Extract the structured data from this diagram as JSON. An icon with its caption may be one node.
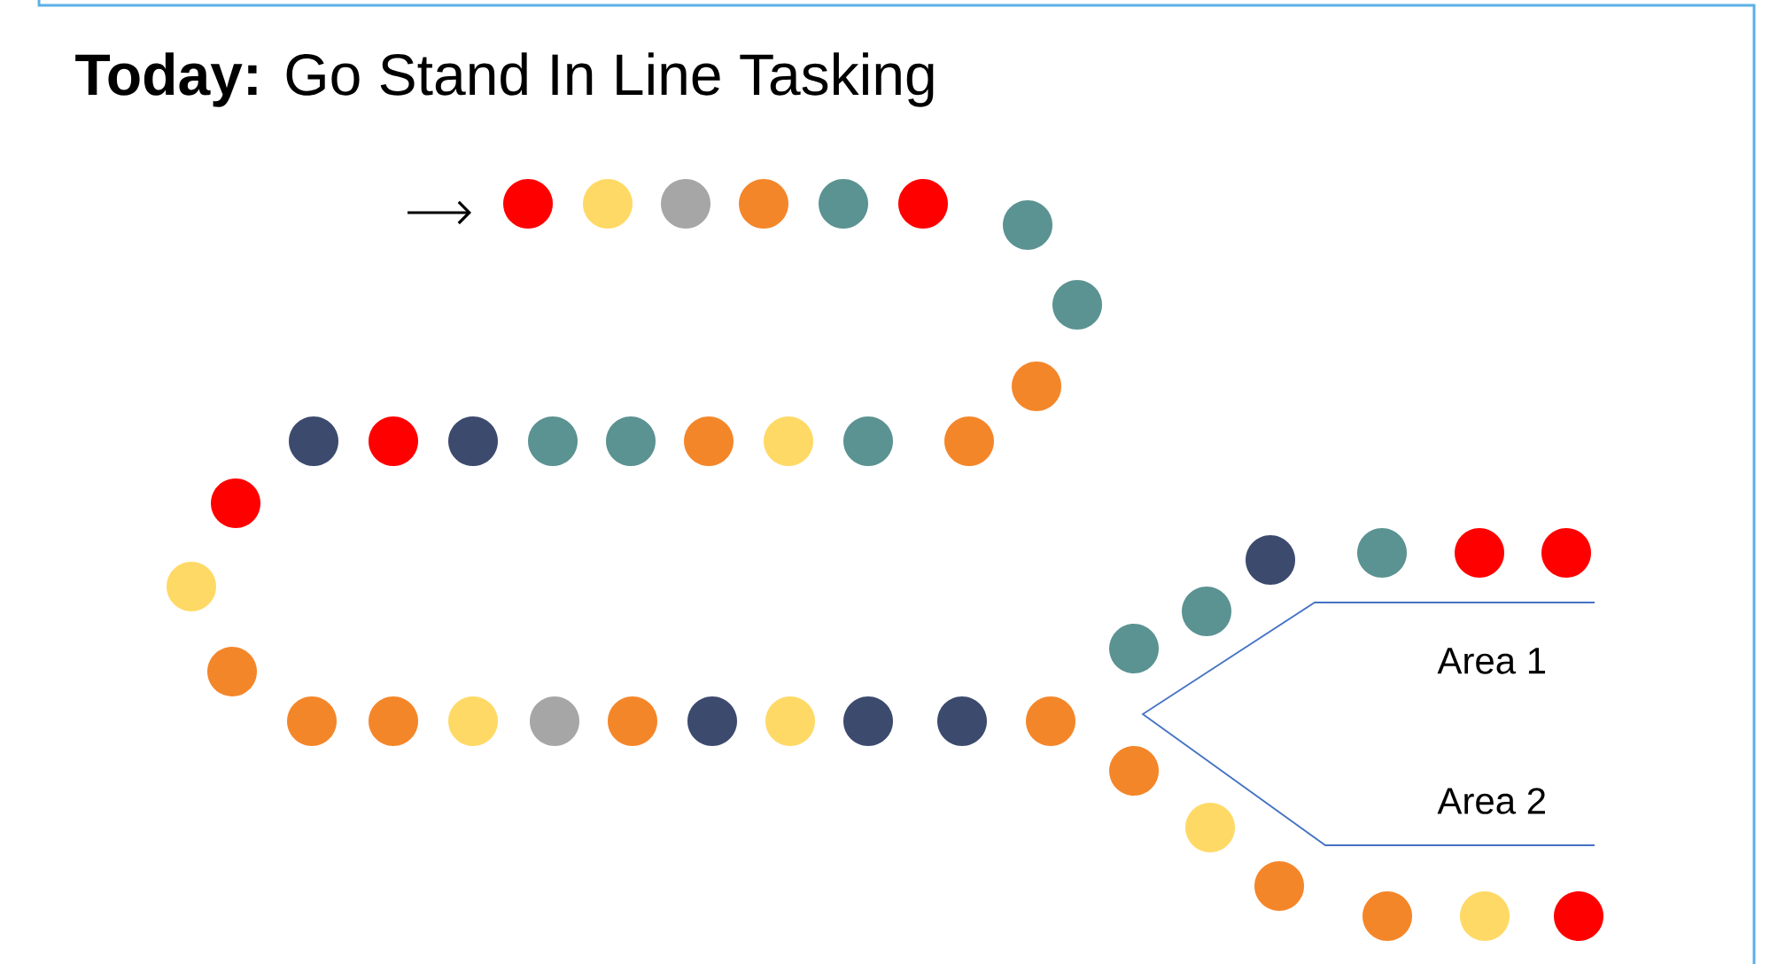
{
  "diagram": {
    "title": "**Today:** Go Stand In Line Tasking",
    "labels": [
      "Area 1",
      "Area 2"
    ]
  }
}
